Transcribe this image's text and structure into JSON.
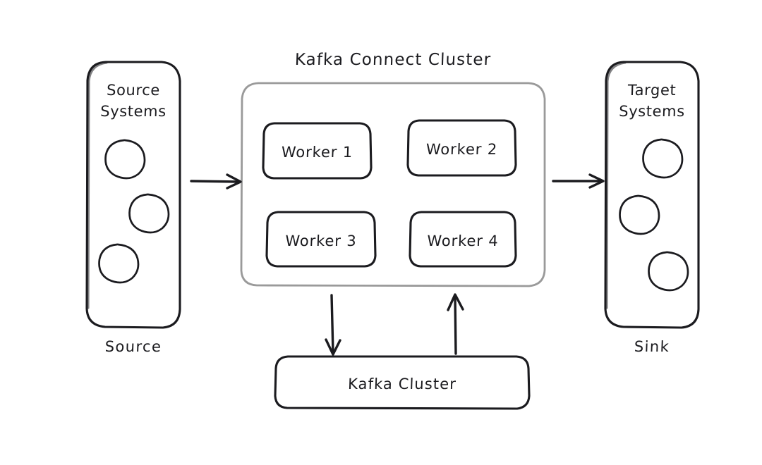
{
  "diagram": {
    "title": "Kafka Connect Cluster",
    "background_color": "#ffffff",
    "ink_color": "#1b1b1f",
    "container_border_color": "#9a9a9a",
    "style": "hand-drawn"
  },
  "source_panel": {
    "label_line1": "Source",
    "label_line2": "Systems",
    "caption": "Source",
    "node_count": 3,
    "node_icon": "circle-node-icon"
  },
  "target_panel": {
    "label_line1": "Target",
    "label_line2": "Systems",
    "caption": "Sink",
    "node_count": 3,
    "node_icon": "circle-node-icon"
  },
  "cluster": {
    "title": "Kafka Connect Cluster",
    "workers": [
      {
        "label": "Worker 1"
      },
      {
        "label": "Worker 2"
      },
      {
        "label": "Worker 3"
      },
      {
        "label": "Worker 4"
      }
    ]
  },
  "kafka_cluster": {
    "label": "Kafka Cluster"
  },
  "arrows": [
    {
      "name": "source-to-cluster-arrow",
      "direction": "right"
    },
    {
      "name": "cluster-to-target-arrow",
      "direction": "right"
    },
    {
      "name": "cluster-to-kafka-arrow",
      "direction": "down"
    },
    {
      "name": "kafka-to-cluster-arrow",
      "direction": "up"
    }
  ]
}
